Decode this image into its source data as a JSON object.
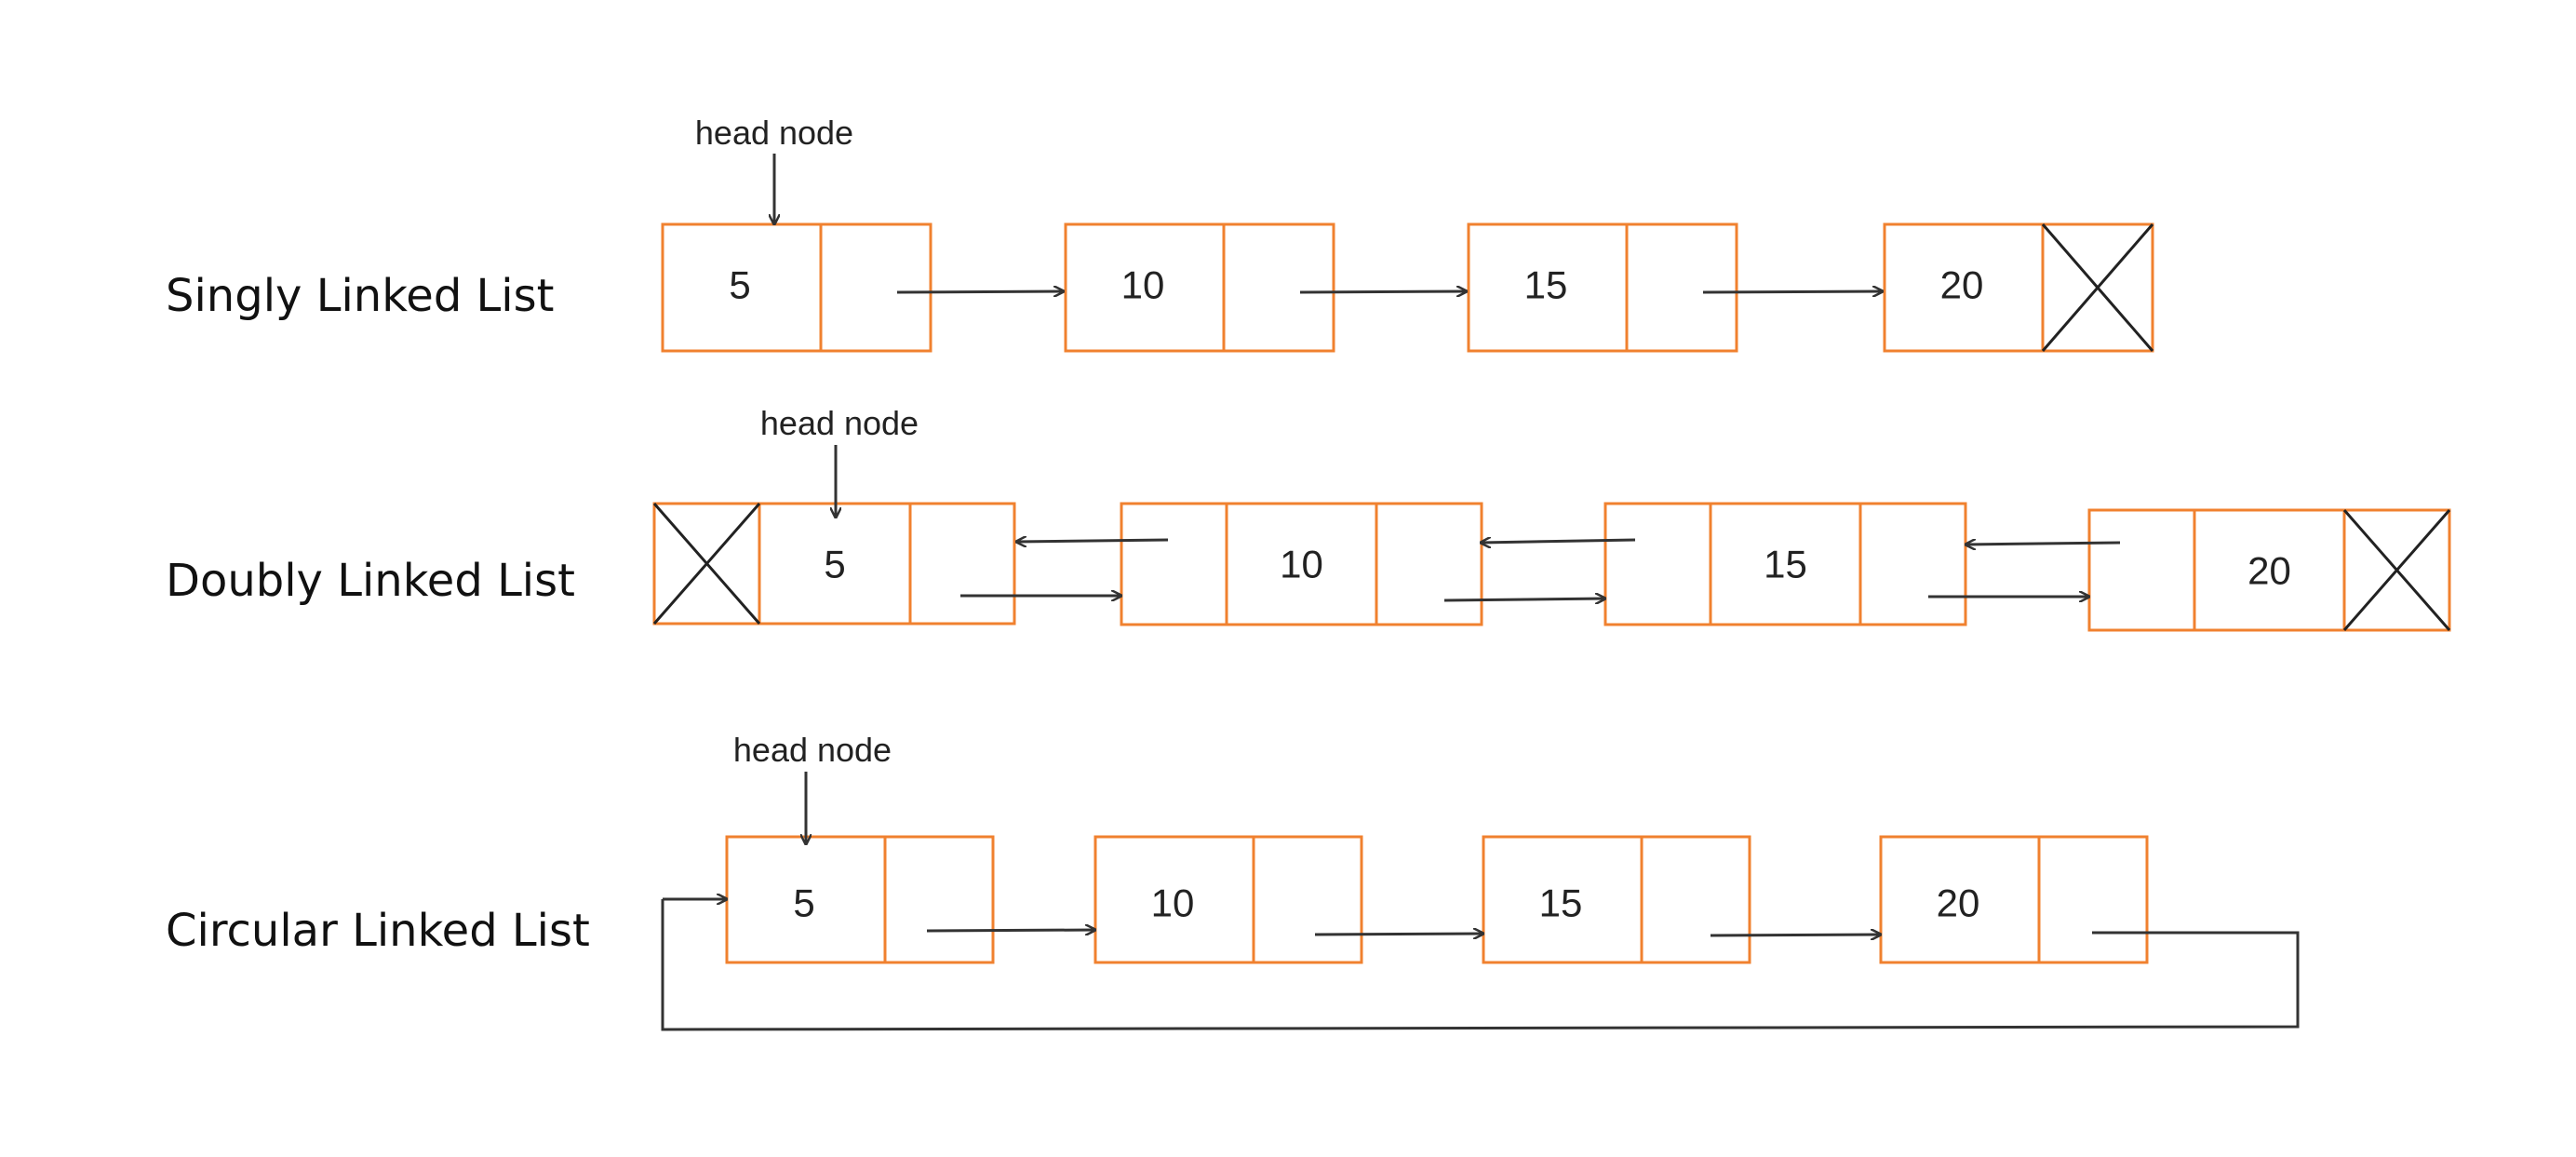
{
  "colors": {
    "box_border": "#f0812f",
    "arrow": "#333333",
    "text": "#111111",
    "background": "#ffffff"
  },
  "head_label": "head node",
  "lists": [
    {
      "title": "Singly Linked List",
      "kind": "singly",
      "nodes": [
        {
          "value": "5",
          "next_null": false
        },
        {
          "value": "10",
          "next_null": false
        },
        {
          "value": "15",
          "next_null": false
        },
        {
          "value": "20",
          "next_null": true
        }
      ]
    },
    {
      "title": "Doubly Linked List",
      "kind": "doubly",
      "nodes": [
        {
          "value": "5",
          "prev_null": true,
          "next_null": false
        },
        {
          "value": "10",
          "prev_null": false,
          "next_null": false
        },
        {
          "value": "15",
          "prev_null": false,
          "next_null": false
        },
        {
          "value": "20",
          "prev_null": false,
          "next_null": true
        }
      ]
    },
    {
      "title": "Circular Linked List",
      "kind": "circular",
      "nodes": [
        {
          "value": "5"
        },
        {
          "value": "10"
        },
        {
          "value": "15"
        },
        {
          "value": "20"
        }
      ]
    }
  ]
}
